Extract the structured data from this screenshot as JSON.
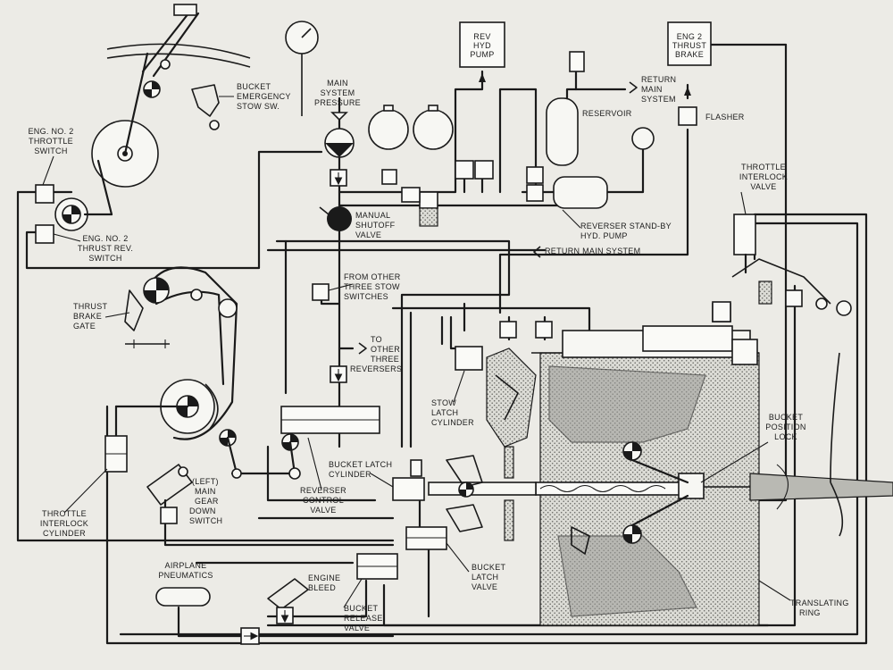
{
  "labels": {
    "eng2_throttle_switch": [
      "ENG. NO. 2",
      "THROTTLE",
      "SWITCH"
    ],
    "eng2_thrust_rev_switch": [
      "ENG. NO. 2",
      "THRUST REV.",
      "SWITCH"
    ],
    "bucket_emergency_stow": [
      "BUCKET",
      "EMERGENCY",
      "STOW SW."
    ],
    "main_system_pressure": [
      "MAIN",
      "SYSTEM",
      "PRESSURE"
    ],
    "rev_hyd_pump": [
      "REV",
      "HYD",
      "PUMP"
    ],
    "eng2_thrust_brake": [
      "ENG 2",
      "THRUST",
      "BRAKE"
    ],
    "return_main_system_top": [
      "RETURN",
      "MAIN",
      "SYSTEM"
    ],
    "reservoir": "RESERVOIR",
    "flasher": "FLASHER",
    "manual_shutoff_valve": [
      "MANUAL",
      "SHUTOFF",
      "VALVE"
    ],
    "reverser_standby_pump": [
      "REVERSER STAND-BY",
      "HYD. PUMP"
    ],
    "return_main_system": "RETURN MAIN SYSTEM",
    "throttle_interlock_valve": [
      "THROTTLE",
      "INTERLOCK",
      "VALVE"
    ],
    "thrust_brake_gate": [
      "THRUST",
      "BRAKE",
      "GATE"
    ],
    "from_other_stow": [
      "FROM OTHER",
      "THREE STOW",
      "SWITCHES"
    ],
    "to_other_reversers": [
      "TO",
      "OTHER",
      "THREE",
      "REVERSERS"
    ],
    "stow_latch_cylinder": [
      "STOW",
      "LATCH",
      "CYLINDER"
    ],
    "bucket_position_lock": [
      "BUCKET",
      "POSITION",
      "LOCK"
    ],
    "bucket_latch_cylinder": [
      "BUCKET LATCH",
      "CYLINDER"
    ],
    "reverser_control_valve": [
      "REVERSER",
      "CONTROL",
      "VALVE"
    ],
    "left_main_gear": [
      "(LEFT)",
      "MAIN",
      "GEAR",
      "DOWN",
      "SWITCH"
    ],
    "throttle_interlock_cylinder": [
      "THROTTLE",
      "INTERLOCK",
      "CYLINDER"
    ],
    "airplane_pneumatics": [
      "AIRPLANE",
      "PNEUMATICS"
    ],
    "engine_bleed": [
      "ENGINE",
      "BLEED"
    ],
    "bucket_release_valve": [
      "BUCKET",
      "RELEASE",
      "VALVE"
    ],
    "bucket_latch_valve": [
      "BUCKET",
      "LATCH",
      "VALVE"
    ],
    "translating_ring": [
      "TRANSLATING",
      "RING"
    ]
  },
  "colors": {
    "ink": "#1a1a1a",
    "paper": "#ecebe6",
    "stipple": "#c9c9c4"
  }
}
